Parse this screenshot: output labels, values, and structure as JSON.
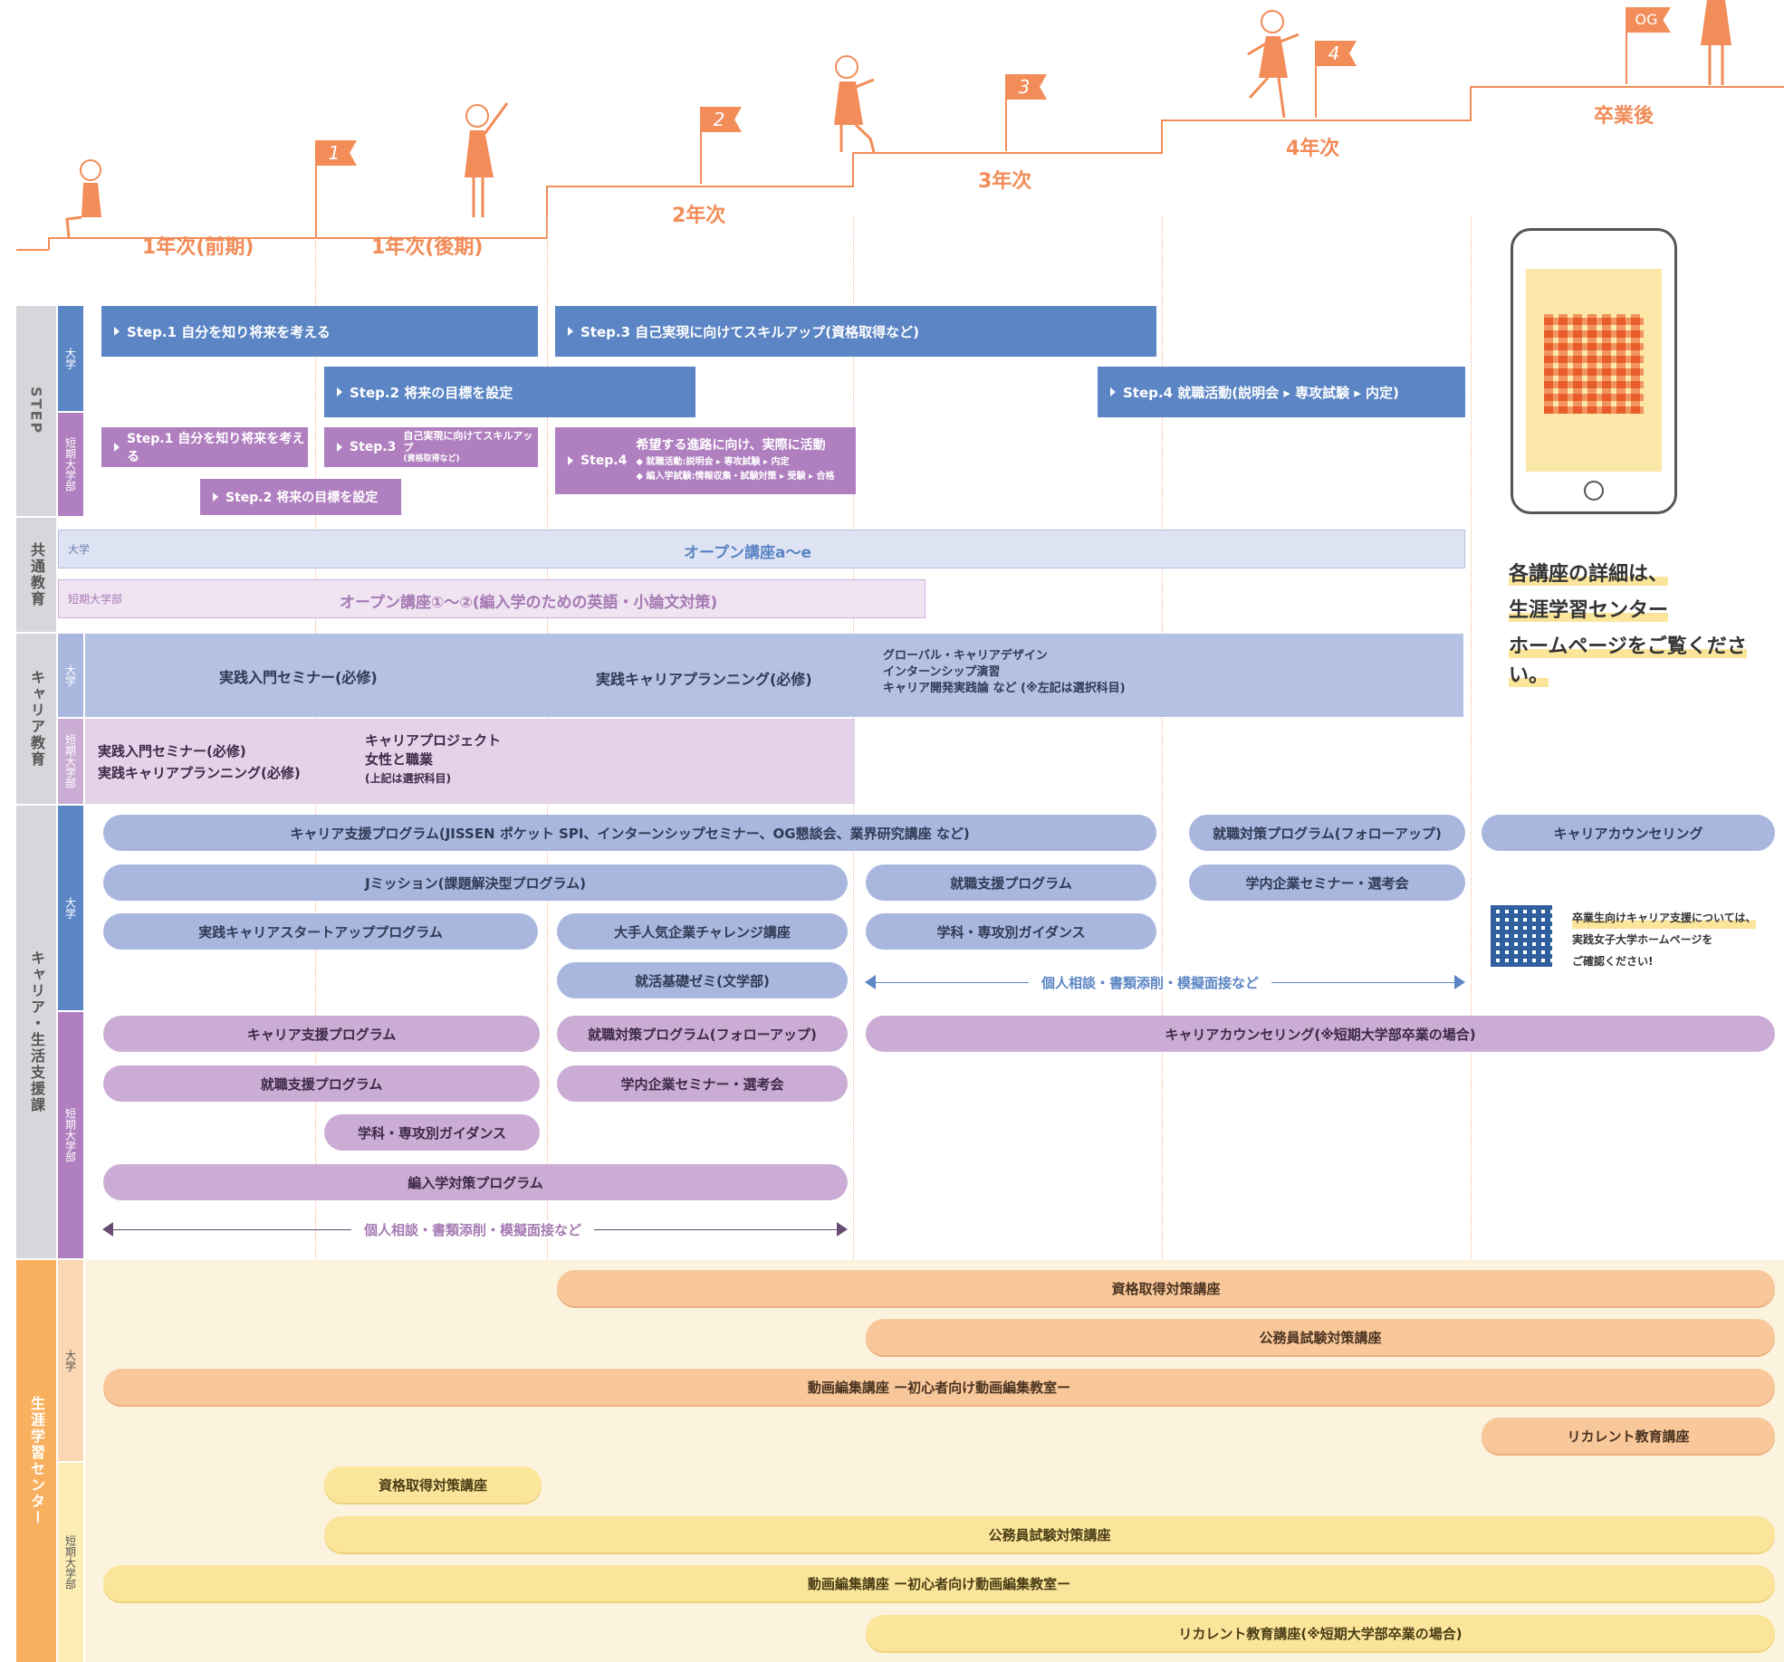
{
  "years": [
    "1年次(前期)",
    "1年次(後期)",
    "2年次",
    "3年次",
    "4年次",
    "卒業後"
  ],
  "flags": [
    "1",
    "2",
    "3",
    "4",
    "OG"
  ],
  "rows": {
    "step": "STEP",
    "common": "共通教育",
    "career_edu": "キャリア教育",
    "career_support": "キャリア・生活支援課",
    "lifelong": "生涯学習センター"
  },
  "sub": {
    "univ": "大学",
    "junior": "短期大学部"
  },
  "step_bars": {
    "u1": "Step.1 自分を知り将来を考える",
    "u3": "Step.3 自己実現に向けてスキルアップ(資格取得など)",
    "u2": "Step.2 将来の目標を設定",
    "u4": "Step.4 就職活動(説明会 ▸ 専攻試験 ▸ 内定)",
    "j1": "Step.1 自分を知り将来を考える",
    "j3a": "Step.3",
    "j3b": "自己実現に向けてスキルアップ",
    "j3c": "(資格取得など)",
    "j4a": "Step.4",
    "j4b": "希望する進路に向け、実際に活動",
    "j4c": "◆ 就職活動:説明会 ▸ 専攻試験 ▸ 内定",
    "j4d": "◆ 編入学試験:情報収集・試験対策 ▸ 受験 ▸ 合格",
    "j2": "Step.2 将来の目標を設定"
  },
  "common": {
    "univ_tag": "大学",
    "univ_text": "オープン講座a〜e",
    "junior_tag": "短期大学部",
    "junior_text": "オープン講座①〜②(編入学のための英語・小論文対策)"
  },
  "career_edu": {
    "u1": "実践入門セミナー(必修)",
    "u2": "実践キャリアプランニング(必修)",
    "u3a": "グローバル・キャリアデザイン",
    "u3b": "インターンシップ演習",
    "u3c": "キャリア開発実践論 など (※左記は選択科目)",
    "j1a": "実践入門セミナー(必修)",
    "j1b": "実践キャリアプランニング(必修)",
    "j2a": "キャリアプロジェクト",
    "j2b": "女性と職業",
    "j2c": "(上記は選択科目)"
  },
  "support_univ": {
    "p1": "キャリア支援プログラム(JISSEN ポケット SPI、インターンシップセミナー、OG懇談会、業界研究講座 など)",
    "p2": "就職対策プログラム(フォローアップ)",
    "p3": "キャリアカウンセリング",
    "p4": "Jミッション(課題解決型プログラム)",
    "p5": "就職支援プログラム",
    "p6": "学内企業セミナー・選考会",
    "p7": "実践キャリアスタートアッププログラム",
    "p8": "大手人気企業チャレンジ講座",
    "p9": "学科・専攻別ガイダンス",
    "p10": "就活基礎ゼミ(文学部)",
    "arrow": "個人相談・書類添削・模擬面接など"
  },
  "support_junior": {
    "p1": "キャリア支援プログラム",
    "p2": "就職対策プログラム(フォローアップ)",
    "p3": "キャリアカウンセリング(※短期大学部卒業の場合)",
    "p4": "就職支援プログラム",
    "p5": "学内企業セミナー・選考会",
    "p6": "学科・専攻別ガイダンス",
    "p7": "編入学対策プログラム",
    "arrow": "個人相談・書類添削・模擬面接など"
  },
  "lifelong_univ": {
    "p1": "資格取得対策講座",
    "p2": "公務員試験対策講座",
    "p3": "動画編集講座 ー初心者向け動画編集教室ー",
    "p4": "リカレント教育講座"
  },
  "lifelong_junior": {
    "p1": "資格取得対策講座",
    "p2": "公務員試験対策講座",
    "p3": "動画編集講座 ー初心者向け動画編集教室ー",
    "p4": "リカレント教育講座(※短期大学部卒業の場合)"
  },
  "notes": {
    "phone1": "各講座の詳細は、",
    "phone2": "生涯学習センター",
    "phone3": "ホームページをご覧ください。",
    "grad1": "卒業生向けキャリア支援については、",
    "grad2": "実践女子大学ホームページを",
    "grad3": "ご確認ください!"
  },
  "colors": {
    "orange": "#f28c58",
    "blue": "#5b85c4",
    "purple": "#b07fbf",
    "pill_blue": "#a9b7df",
    "pill_purple": "#cbacd4",
    "pill_orange": "#f8c79a",
    "pill_yellow": "#fbe59a"
  }
}
